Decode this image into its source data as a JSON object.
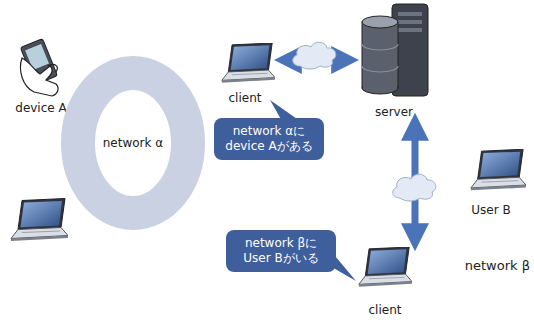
{
  "diagram": {
    "nodes": [
      {
        "text": [
          "device A"
        ]
      },
      {
        "text": [
          "network α"
        ]
      },
      {
        "text": [
          "client"
        ]
      },
      {
        "text": [
          "network αに device Aがある"
        ]
      },
      {
        "text": [
          "server"
        ]
      },
      {
        "text": [
          "User B"
        ]
      },
      {
        "text": [
          "network βに User Bがいる"
        ]
      },
      {
        "text": [
          "client"
        ]
      }
    ],
    "edges": [
      {
        "from": 2,
        "to": 4,
        "arrow": "both"
      },
      {
        "from": 4,
        "to": 7,
        "arrow": "both"
      }
    ],
    "labels": [
      "network β"
    ]
  }
}
